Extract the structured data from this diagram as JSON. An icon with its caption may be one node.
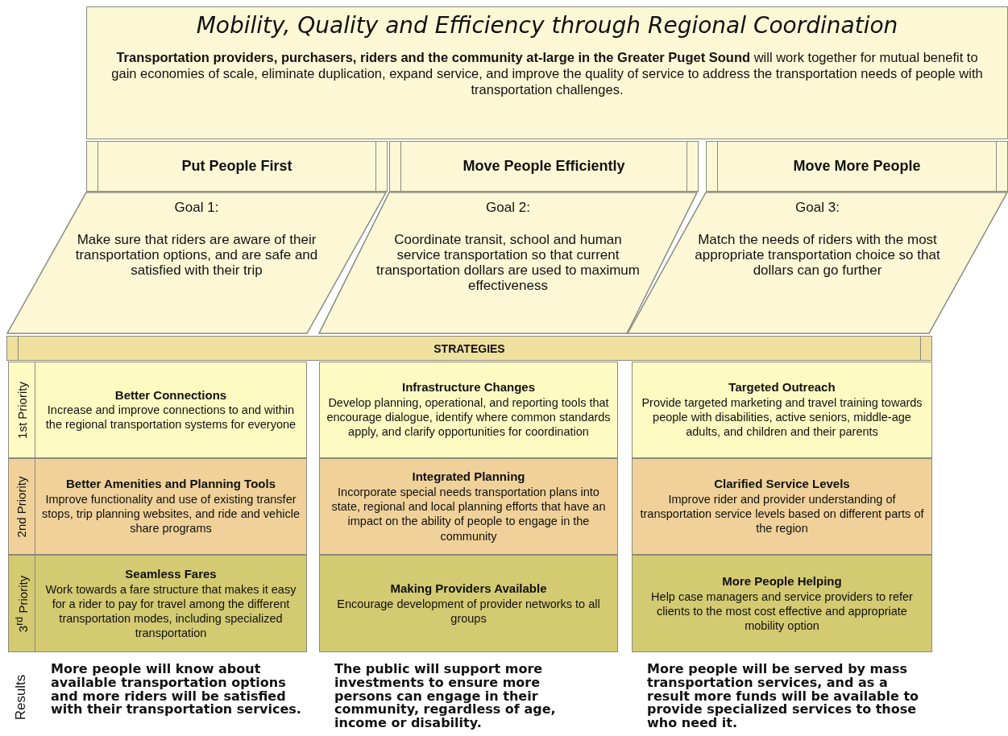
{
  "diagram": {
    "nodes": [
      {
        "text": [
          "Mobility, Quality and Efficiency through Regional Coordination",
          "**Transportation providers, purchasers, riders and the community at-large in the Greater Puget Sound** will work together for mutual benefit to gain economies of scale, eliminate duplication, expand service, and improve the quality of service to address the transportation needs of people with transportation challenges."
        ]
      },
      {
        "text": [
          "Put People First"
        ]
      },
      {
        "text": [
          "Move People Efficiently"
        ]
      },
      {
        "text": [
          "Move More People"
        ]
      },
      {
        "text": [
          "Goal 1:",
          "Make sure that riders are aware of their transportation options, and are safe and satisfied with their trip"
        ]
      },
      {
        "text": [
          "Goal 2:",
          "Coordinate transit, school and human service transportation so that current transportation dollars are used to maximum effectiveness"
        ]
      },
      {
        "text": [
          "Goal 3:",
          "Match the needs of riders with the most appropriate transportation choice so that dollars can go further"
        ]
      },
      {
        "text": [
          "STRATEGIES"
        ]
      },
      {
        "text": [
          "1st Priority"
        ]
      },
      {
        "text": [
          "2nd Priority"
        ]
      },
      {
        "text": [
          "3$^{rd}$ Priority"
        ]
      },
      {
        "text": [
          "Better Connections",
          "Increase and improve connections to and within the regional transportation systems for everyone"
        ]
      },
      {
        "text": [
          "Infrastructure Changes",
          "Develop planning, operational, and reporting tools that encourage dialogue, identify where common standards apply, and clarify opportunities for coordination"
        ]
      },
      {
        "text": [
          "Targeted Outreach",
          "Provide targeted marketing and travel training towards people with disabilities, active seniors, middle-age adults, and children and their parents"
        ]
      },
      {
        "text": [
          "Better Amenities and Planning Tools",
          "Improve functionality and use of existing transfer stops, trip planning websites, and ride and vehicle share programs"
        ]
      },
      {
        "text": [
          "Integrated Planning",
          "Incorporate special needs transportation plans into state, regional and local planning efforts that have an impact on the ability of people to engage in the community"
        ]
      },
      {
        "text": [
          "Clarified Service Levels",
          "Improve rider and provider understanding of transportation service levels based on different parts of the region"
        ]
      },
      {
        "text": [
          "Seamless Fares",
          "Work towards a fare structure that makes it easy for a rider to pay for travel among the different transportation modes, including specialized transportation"
        ]
      },
      {
        "text": [
          "Making Providers Available",
          "Encourage development of provider networks to all groups"
        ]
      },
      {
        "text": [
          "More People Helping",
          "Help case managers and service providers to refer clients to the most cost effective and appropriate mobility option"
        ]
      }
    ],
    "labels": [
      "Results",
      "More people will know about available transportation options and more riders will be satisfied with their transportation services.",
      "The public will support more investments to ensure more persons can engage in their community, regardless of age, income or disability.",
      "More people will be served by mass transportation services, and as a result more funds will be available to provide specialized services to those who need it."
    ]
  }
}
